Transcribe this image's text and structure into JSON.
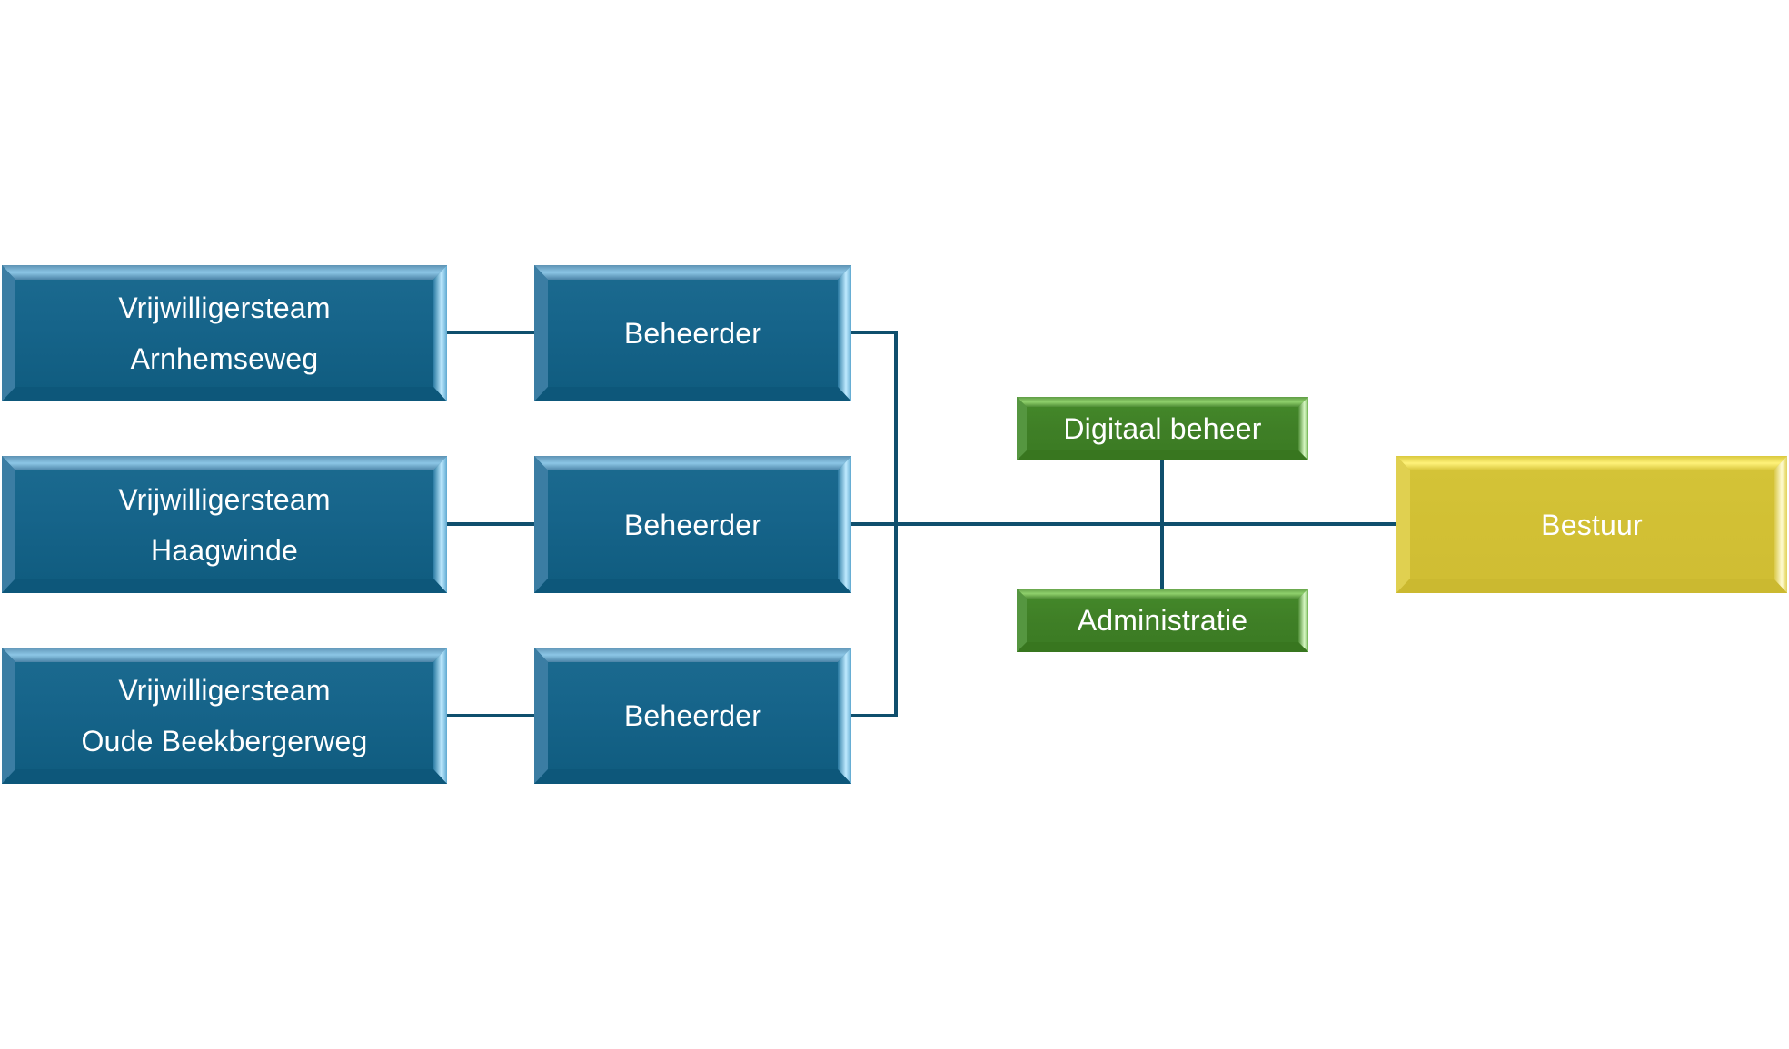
{
  "diagram": {
    "title": "",
    "colors": {
      "team_box": "#16648a",
      "manager_box": "#16648a",
      "support_box": "#3f7f26",
      "board_box": "#d2c034",
      "connector": "#0f4f6d",
      "text": "#ffffff"
    },
    "teams": [
      {
        "line1": "Vrijwilligersteam",
        "line2": "Arnhemseweg"
      },
      {
        "line1": "Vrijwilligersteam",
        "line2": "Haagwinde"
      },
      {
        "line1": "Vrijwilligersteam",
        "line2": "Oude Beekbergerweg"
      }
    ],
    "managers": [
      {
        "label": "Beheerder"
      },
      {
        "label": "Beheerder"
      },
      {
        "label": "Beheerder"
      }
    ],
    "support": [
      {
        "label": "Digitaal beheer"
      },
      {
        "label": "Administratie"
      }
    ],
    "board": {
      "label": "Bestuur"
    },
    "edges": [
      {
        "from": "Vrijwilligersteam Arnhemseweg",
        "to": "Beheerder (1)"
      },
      {
        "from": "Vrijwilligersteam Haagwinde",
        "to": "Beheerder (2)"
      },
      {
        "from": "Vrijwilligersteam Oude Beekbergerweg",
        "to": "Beheerder (3)"
      },
      {
        "from": "Beheerder (1)",
        "to": "Bestuur"
      },
      {
        "from": "Beheerder (2)",
        "to": "Bestuur"
      },
      {
        "from": "Beheerder (3)",
        "to": "Bestuur"
      },
      {
        "from": "Digitaal beheer",
        "to": "Bestuur line"
      },
      {
        "from": "Administratie",
        "to": "Bestuur line"
      }
    ]
  }
}
